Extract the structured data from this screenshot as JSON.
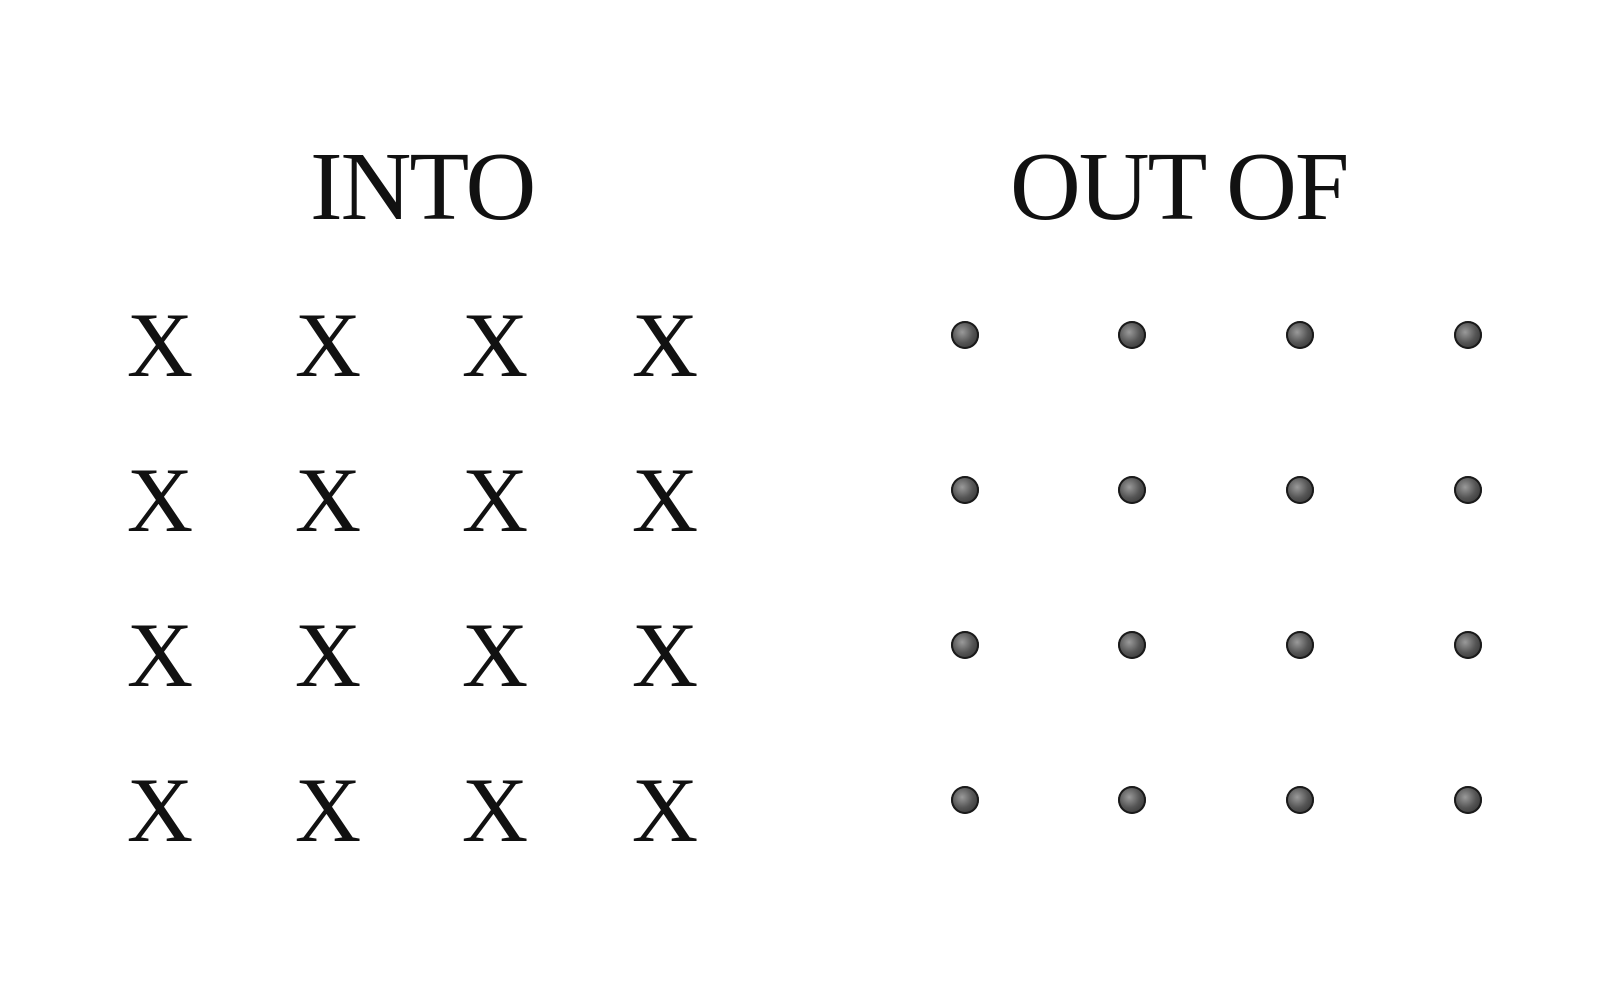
{
  "panels": [
    {
      "title": "INTO",
      "symbol": "X",
      "symbol_meaning": "field directed into the page",
      "grid": {
        "rows": 4,
        "cols": 4
      }
    },
    {
      "title": "OUT OF",
      "symbol": "dot-icon",
      "symbol_meaning": "field directed out of the page",
      "grid": {
        "rows": 4,
        "cols": 4
      }
    }
  ]
}
